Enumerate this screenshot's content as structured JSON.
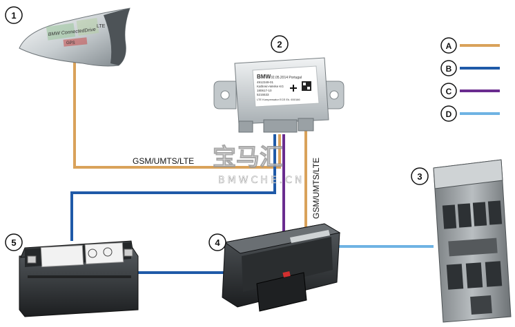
{
  "colors": {
    "A": "#d9a25a",
    "B": "#1f5aa8",
    "C": "#6a2c8f",
    "D": "#6fb3e3"
  },
  "legend": [
    {
      "letter": "A",
      "color_key": "A"
    },
    {
      "letter": "B",
      "color_key": "B"
    },
    {
      "letter": "C",
      "color_key": "C"
    },
    {
      "letter": "D",
      "color_key": "D"
    }
  ],
  "components": {
    "antenna": {
      "number": "1",
      "text_top": "LTE",
      "text_mid": "BMW ConnectedDrive",
      "text_bottom": "GPS"
    },
    "lte_compensator": {
      "number": "2",
      "brand": "BMW",
      "date": "02.05.2014  Portugal",
      "lines": [
        "4912349-01",
        "Kathrein-Werke KG",
        "180617-10",
        "5215533",
        "LTE Kompensator ECE   Ek. 650166"
      ]
    },
    "body_module": {
      "number": "3"
    },
    "snap_in_adapter": {
      "number": "4"
    },
    "battery": {
      "number": "5"
    }
  },
  "labels": {
    "antenna_wire": "GSM/UMTS/LTE",
    "adapter_wire": "GSM/UMTS/LTE"
  },
  "watermark": {
    "cn": "宝马汇",
    "en": "BMWCHE.CN"
  }
}
